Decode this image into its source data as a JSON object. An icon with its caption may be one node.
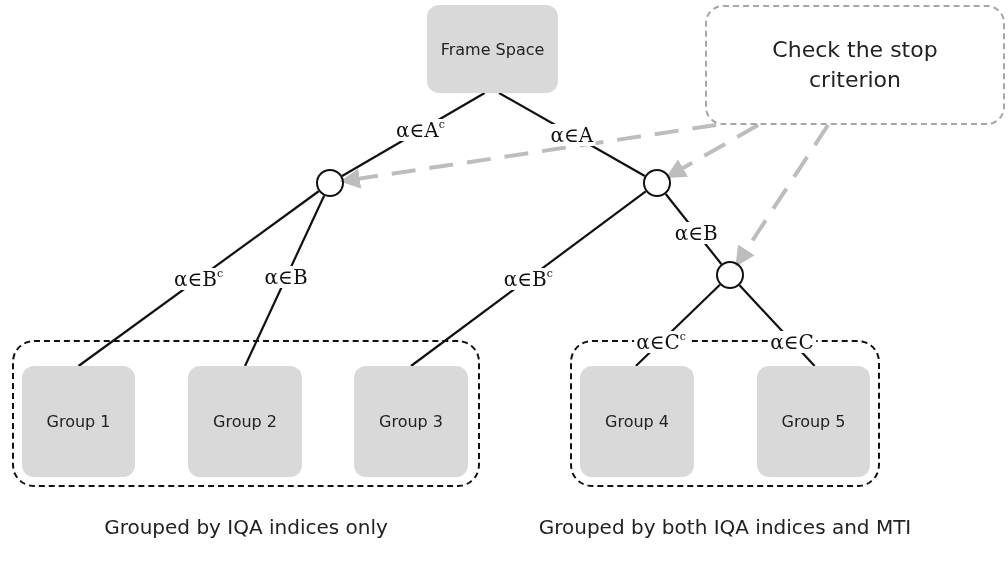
{
  "diagram": {
    "nodes": [
      {
        "text": [
          "Frame Space"
        ]
      },
      {
        "text": [
          "Check the stop criterion"
        ]
      },
      {
        "text": [],
        "shape": "circle"
      },
      {
        "text": [],
        "shape": "circle"
      },
      {
        "text": [],
        "shape": "circle"
      },
      {
        "text": [],
        "shape": "box",
        "beside": [
          "Grouped by IQA indices only"
        ]
      },
      {
        "text": [
          "Group 1"
        ],
        "in": 5
      },
      {
        "text": [
          "Group 2"
        ],
        "in": 5
      },
      {
        "text": [
          "Group 3"
        ],
        "in": 5
      },
      {
        "text": [],
        "shape": "box",
        "beside": [
          "Grouped by both IQA indices and MTI"
        ]
      },
      {
        "text": [
          "Group 4"
        ],
        "in": 9
      },
      {
        "text": [
          "Group 5"
        ],
        "in": 9
      }
    ],
    "edges": [
      {
        "from": 0,
        "to": 2,
        "arrow": "none",
        "label": "α∈A$^{c}$"
      },
      {
        "from": 0,
        "to": 3,
        "arrow": "none",
        "label": "α∈A"
      },
      {
        "from": 2,
        "to": 6,
        "arrow": "none",
        "label": "α∈B$^{c}$"
      },
      {
        "from": 2,
        "to": 7,
        "arrow": "none",
        "label": "α∈B"
      },
      {
        "from": 3,
        "to": 8,
        "arrow": "none",
        "label": "α∈B$^{c}$"
      },
      {
        "from": 3,
        "to": 4,
        "arrow": "none",
        "label": "α∈B"
      },
      {
        "from": 4,
        "to": 10,
        "arrow": "none",
        "label": "α∈C$^{c}$"
      },
      {
        "from": 4,
        "to": 11,
        "arrow": "none",
        "label": "α∈C"
      },
      {
        "from": 1,
        "to": 2,
        "arrow": "to",
        "style": "dashed",
        "color": "#bdbdbd"
      },
      {
        "from": 1,
        "to": 3,
        "arrow": "to",
        "style": "dashed",
        "color": "#bdbdbd"
      },
      {
        "from": 1,
        "to": 4,
        "arrow": "to",
        "style": "dashed",
        "color": "#bdbdbd"
      }
    ]
  }
}
